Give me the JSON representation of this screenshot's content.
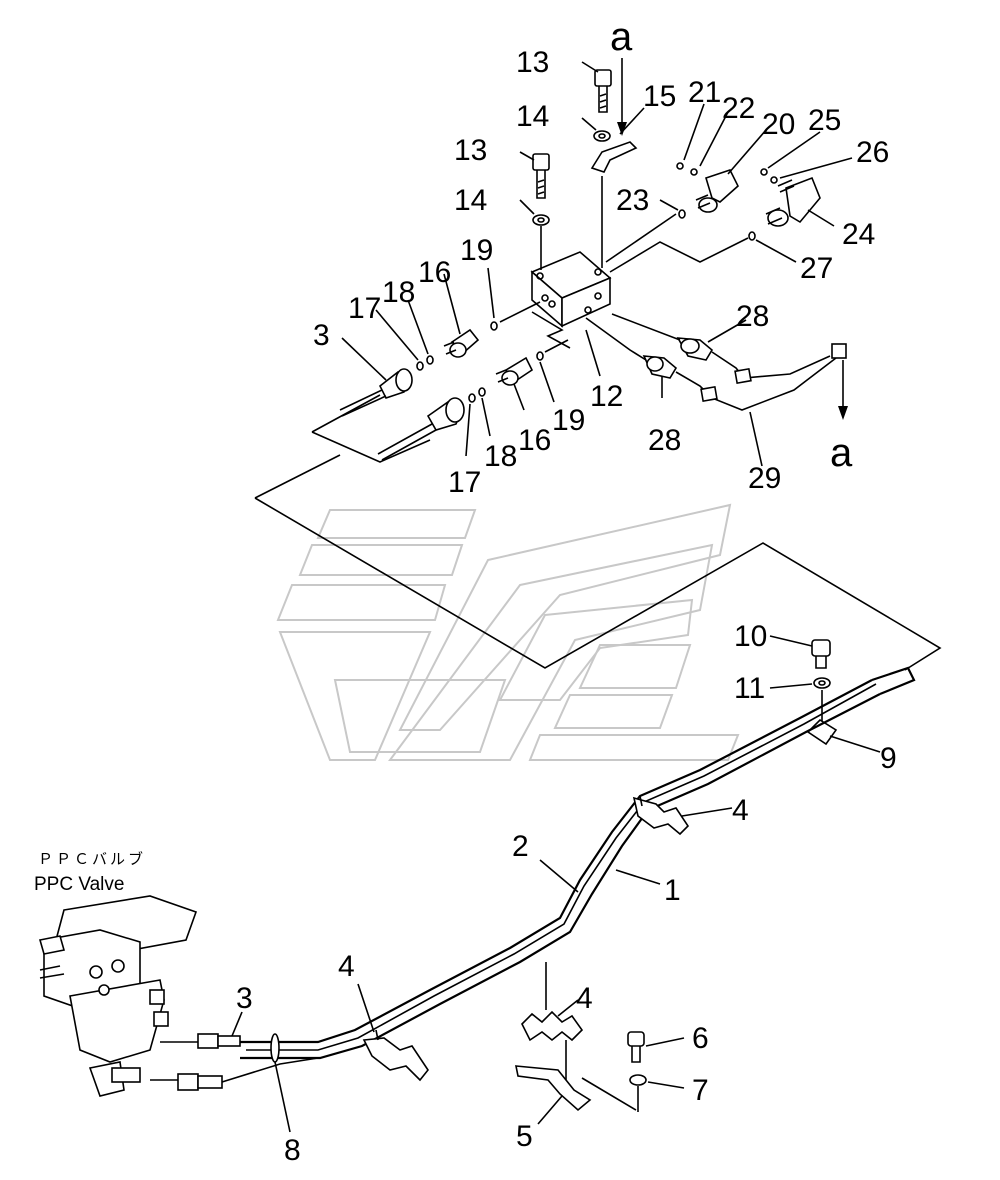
{
  "callouts": {
    "n1": "1",
    "n2": "2",
    "n3a": "3",
    "n3b": "3",
    "n4a": "4",
    "n4b": "4",
    "n4c": "4",
    "n5": "5",
    "n6": "6",
    "n7": "7",
    "n8": "8",
    "n9": "9",
    "n10": "10",
    "n11": "11",
    "n12": "12",
    "n13a": "13",
    "n13b": "13",
    "n14a": "14",
    "n14b": "14",
    "n15": "15",
    "n16a": "16",
    "n16b": "16",
    "n17a": "17",
    "n17b": "17",
    "n18a": "18",
    "n18b": "18",
    "n19a": "19",
    "n19b": "19",
    "n20": "20",
    "n21": "21",
    "n22": "22",
    "n23": "23",
    "n24": "24",
    "n25": "25",
    "n26": "26",
    "n27": "27",
    "n28a": "28",
    "n28b": "28",
    "n29": "29"
  },
  "refs": {
    "a_top": "a",
    "a_right": "a"
  },
  "ppc": {
    "jp": "ＰＰＣバルブ",
    "en": "PPC Valve"
  }
}
